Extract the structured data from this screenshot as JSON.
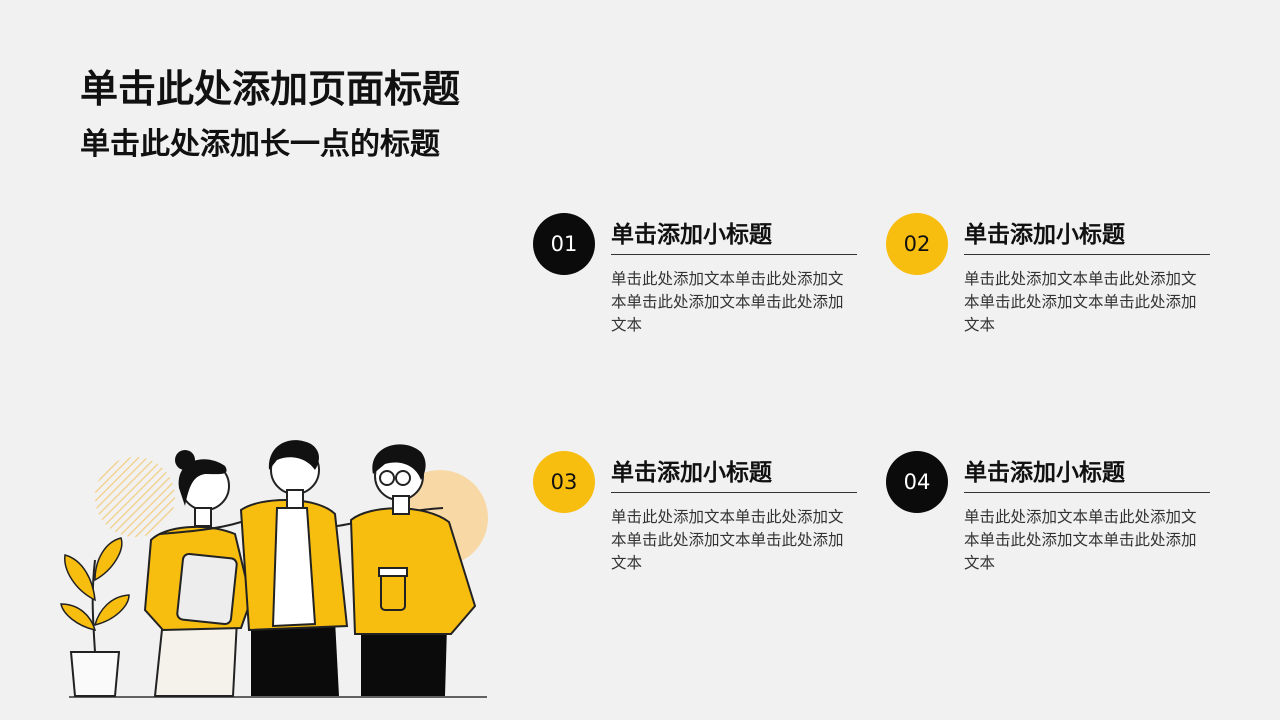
{
  "slide": {
    "title": "单击此处添加页面标题",
    "subtitle": "单击此处添加长一点的标题",
    "items": [
      {
        "number": "01",
        "heading": "单击添加小标题",
        "body": "单击此处添加文本单击此处添加文本单击此处添加文本单击此处添加文本",
        "circle_color": "#0b0b0b"
      },
      {
        "number": "02",
        "heading": "单击添加小标题",
        "body": "单击此处添加文本单击此处添加文本单击此处添加文本单击此处添加文本",
        "circle_color": "#f7bd0f"
      },
      {
        "number": "03",
        "heading": "单击添加小标题",
        "body": "单击此处添加文本单击此处添加文本单击此处添加文本单击此处添加文本",
        "circle_color": "#f7bd0f"
      },
      {
        "number": "04",
        "heading": "单击添加小标题",
        "body": "单击此处添加文本单击此处添加文本单击此处添加文本单击此处添加文本",
        "circle_color": "#0b0b0b"
      }
    ]
  },
  "colors": {
    "background": "#f1f1f1",
    "accent_yellow": "#f7bd0f",
    "dark": "#0b0b0b"
  },
  "illustration": {
    "icon": "three-people-with-plant-illustration"
  }
}
